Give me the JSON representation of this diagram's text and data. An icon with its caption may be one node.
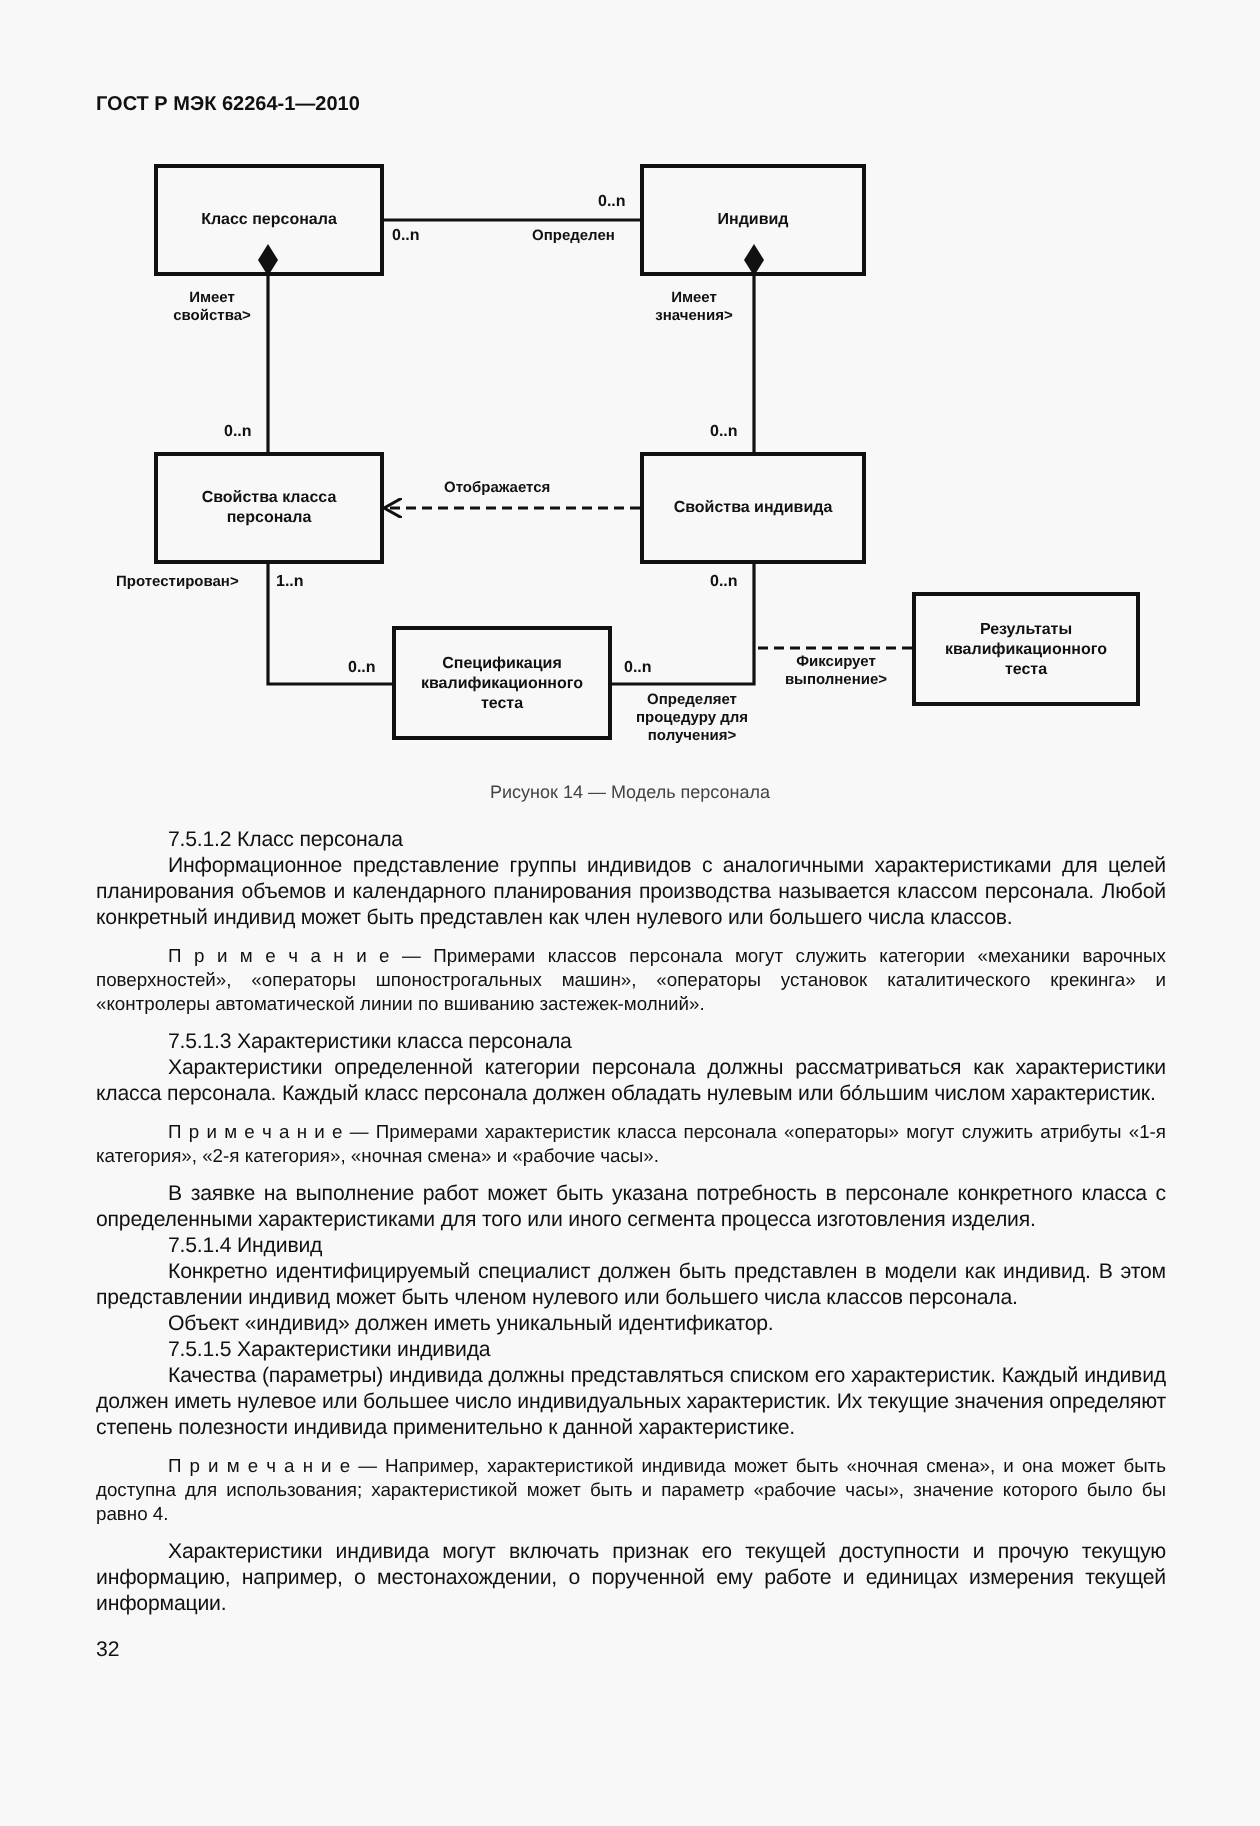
{
  "diagram": {
    "caption": "Рисунок 14 — Модель персонала",
    "nodes": [
      {
        "text": [
          "Класс персонала"
        ]
      },
      {
        "text": [
          "Индивид"
        ]
      },
      {
        "text": [
          "Свойства класса персонала"
        ]
      },
      {
        "text": [
          "Свойства индивида"
        ]
      },
      {
        "text": [
          "Спецификация квалификационного теста"
        ]
      },
      {
        "text": [
          "Результаты квалификационного теста"
        ]
      }
    ],
    "edges": [
      {
        "from": 0,
        "to": 1,
        "arrow": "none",
        "label": "Определен"
      },
      {
        "from": 0,
        "to": 2,
        "arrow": "other",
        "label": "Имеет свойства>"
      },
      {
        "from": 1,
        "to": 3,
        "arrow": "other",
        "label": "Имеет значения>"
      },
      {
        "from": 3,
        "to": 2,
        "arrow": "to",
        "style": "dashed",
        "label": "Отображается"
      },
      {
        "from": 2,
        "to": 4,
        "arrow": "none",
        "label": "Протестирован>"
      },
      {
        "from": 4,
        "to": 3,
        "arrow": "none",
        "label": "Определяет процедуру для получения>"
      },
      {
        "from": null,
        "to": 5,
        "arrow": "none",
        "style": "dashed",
        "label": "Фиксирует выполнение>"
      }
    ],
    "labels": [
      "ГОСТ Р МЭК 62264-1—2010",
      "0..n",
      "0..n",
      "0..n",
      "0..n",
      "1..n",
      "0..n",
      "0..n",
      "0..n",
      "7.5.1.2 Класс персонала",
      "Информационное представление группы индивидов с аналогичными характеристиками для целей планирования объемов и календарного планирования производства называется классом персонала. Любой конкретный индивид может быть представлен как член нулевого или большего числа классов.",
      "П р и м е ч а н и е — Примерами классов персонала могут служить категории «механики варочных поверхностей», «операторы шпонострогальных машин», «операторы установок каталитического крекинга» и «контролеры автоматической линии по вшиванию застежек-молний».",
      "7.5.1.3 Характеристики класса персонала",
      "Характеристики определенной категории персонала должны рассматриваться как характеристики класса персонала. Каждый класс персонала должен обладать нулевым или бо́льшим числом характеристик.",
      "П р и м е ч а н и е — Примерами характеристик класса персонала «операторы» могут служить атрибуты «1-я категория», «2-я категория», «ночная смена» и «рабочие часы».",
      "В заявке на выполнение работ может быть указана потребность в персонале конкретного класса с определенными характеристиками для того или иного сегмента процесса изготовления изделия.",
      "7.5.1.4 Индивид",
      "Конкретно идентифицируемый специалист должен быть представлен в модели как индивид. В этом представлении индивид может быть членом нулевого или большего числа классов персонала.",
      "Объект «индивид» должен иметь уникальный идентификатор.",
      "7.5.1.5 Характеристики индивида",
      "Качества (параметры) индивида должны представляться списком его характеристик. Каждый индивид должен иметь нулевое или большее число индивидуальных характеристик. Их текущие значения определяют степень полезности индивида применительно к данной характеристике.",
      "П р и м е ч а н и е — Например, характеристикой индивида может быть «ночная смена», и она может быть доступна для использования; характеристикой может быть и параметр «рабочие часы», значение которого было бы равно 4.",
      "Характеристики индивида могут включать признак его текущей доступности и прочую текущую информацию, например, о местонахождении, о порученной ему работе и единицах измерения текущей информации.",
      "32"
    ]
  }
}
